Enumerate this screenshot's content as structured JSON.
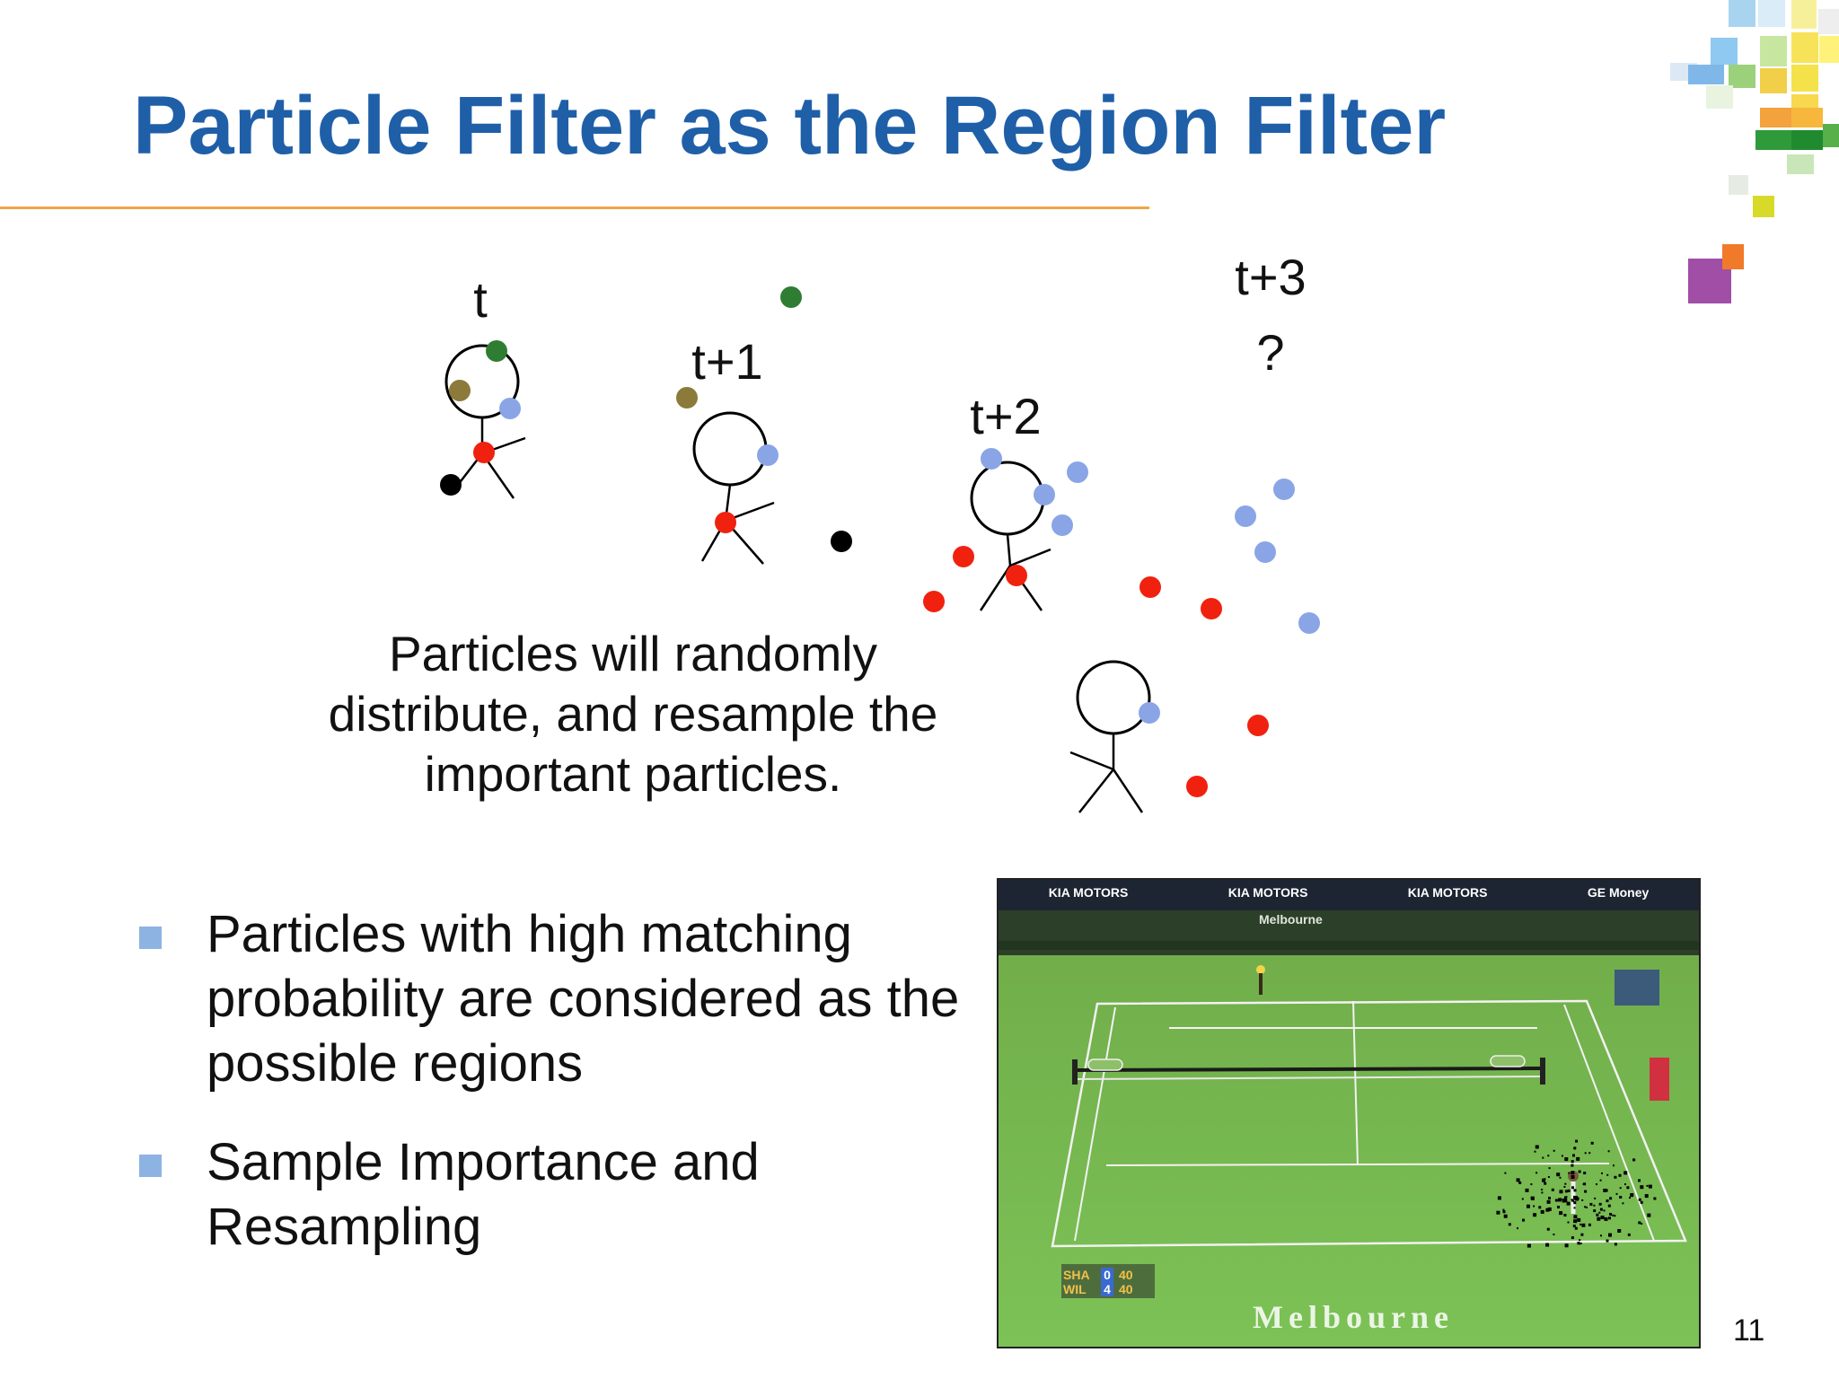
{
  "slide": {
    "title": "Particle Filter as the Region Filter",
    "page_number": "11"
  },
  "diagram": {
    "time_labels": [
      "t",
      "t+1",
      "t+2",
      "t+3",
      "?"
    ],
    "caption": "Particles will randomly distribute, and resample the important particles.",
    "particle_colors": {
      "green": "#2e7d32",
      "olive": "#8b7a3a",
      "blue": "#8aa5e6",
      "red": "#f0220f",
      "black": "#000000"
    }
  },
  "bullets": [
    "Particles with high matching probability are considered as the possible regions",
    "Sample Importance and Resampling"
  ],
  "video": {
    "banner": [
      "KIA MOTORS",
      "KIA MOTORS",
      "KIA MOTORS",
      "GE Money"
    ],
    "venue_small": "Melbourne",
    "venue_large": "Melbourne",
    "scoreboard": [
      {
        "name": "SHA",
        "sets": "0",
        "points": "40"
      },
      {
        "name": "WIL",
        "sets": "4",
        "points": "40"
      }
    ]
  },
  "colors": {
    "title": "#1f5fa8",
    "rule": "#f0a54a",
    "bullet_marker": "#8db3e2"
  }
}
